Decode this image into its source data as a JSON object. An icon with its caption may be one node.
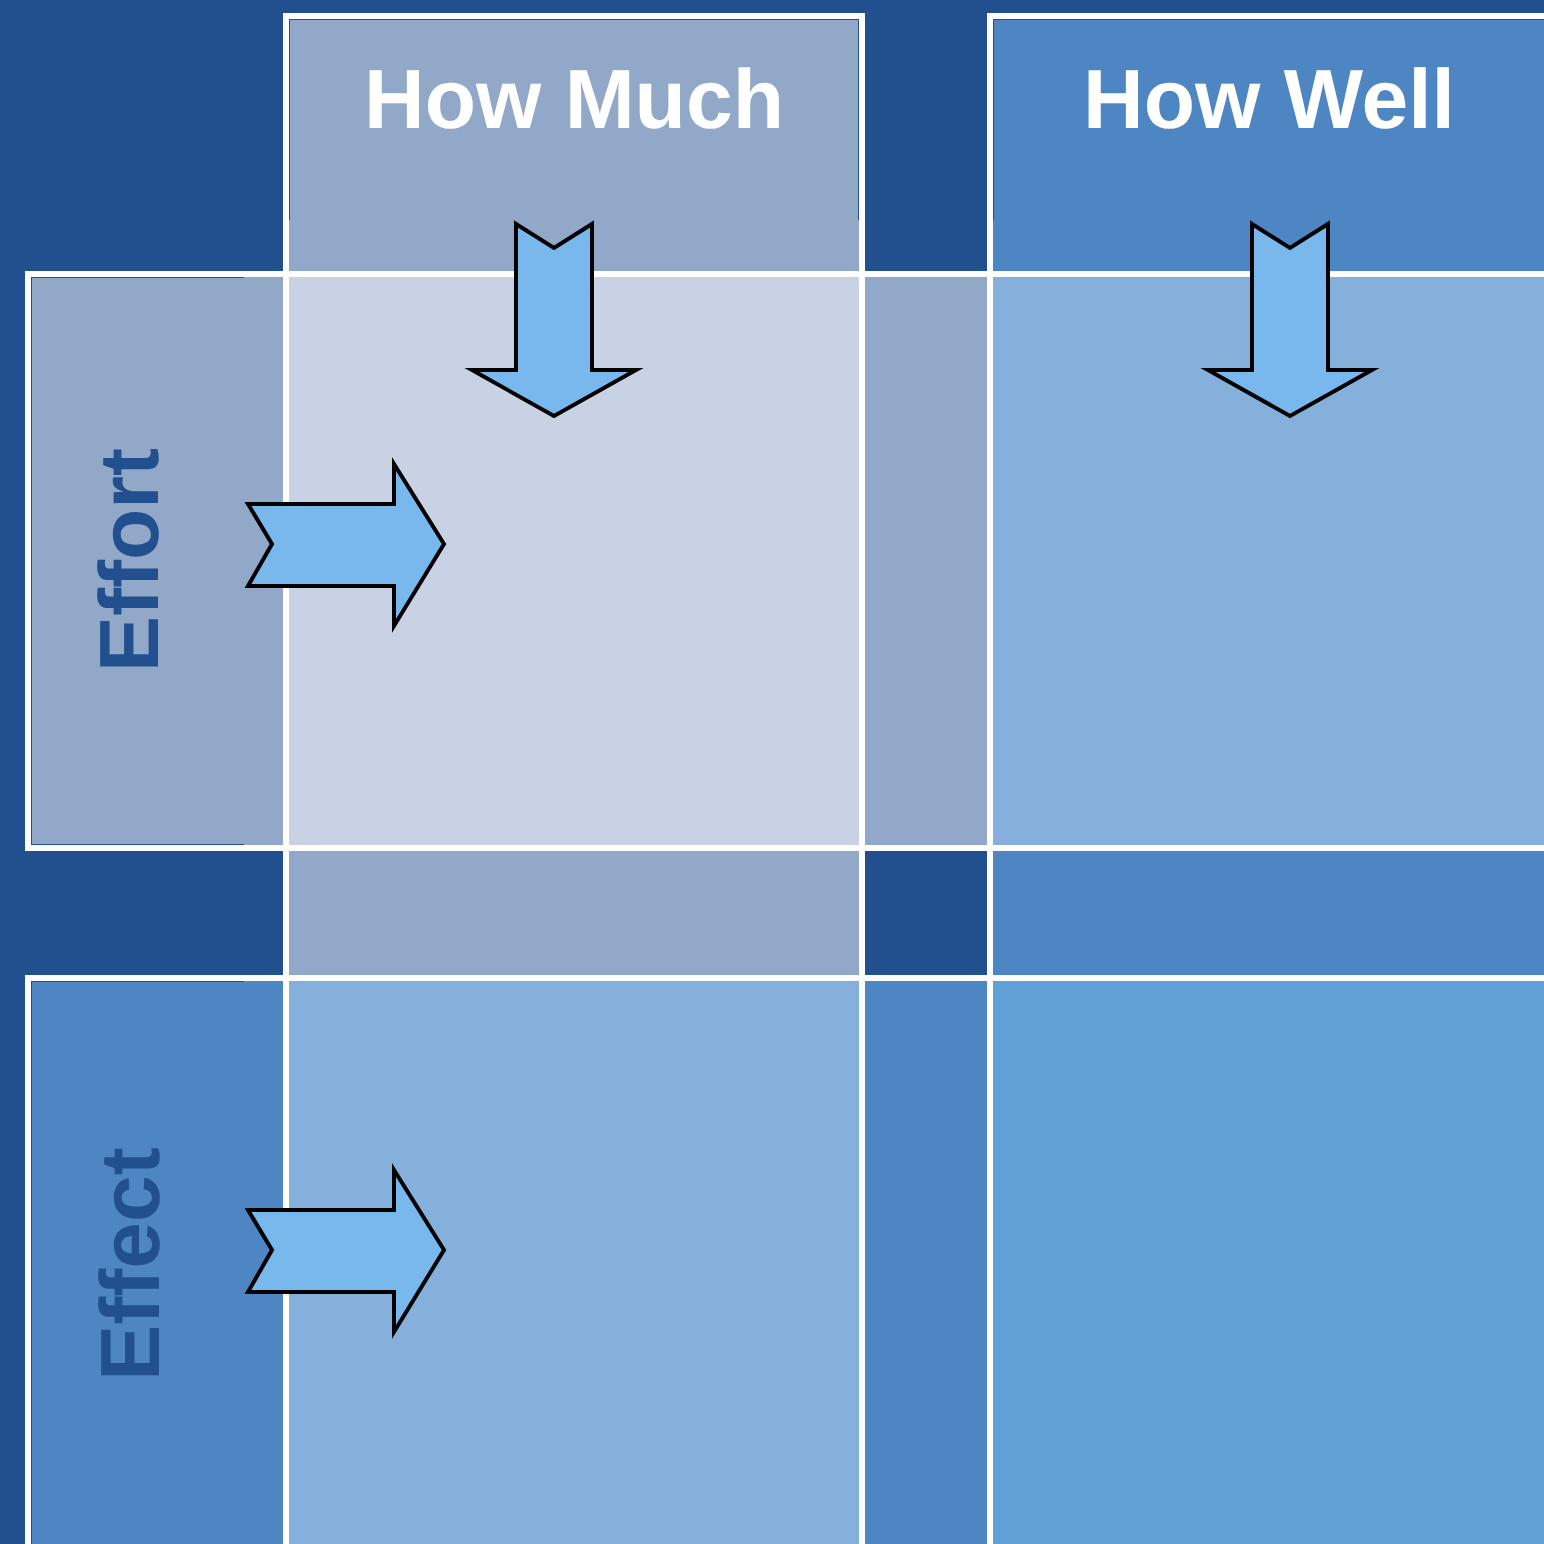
{
  "diagram": {
    "nodes": [
      {
        "text": [
          "How Much"
        ]
      },
      {
        "text": [
          "How Well"
        ]
      },
      {
        "text": [
          "Effort"
        ]
      },
      {
        "text": [
          "Effect"
        ]
      }
    ],
    "edges": []
  }
}
